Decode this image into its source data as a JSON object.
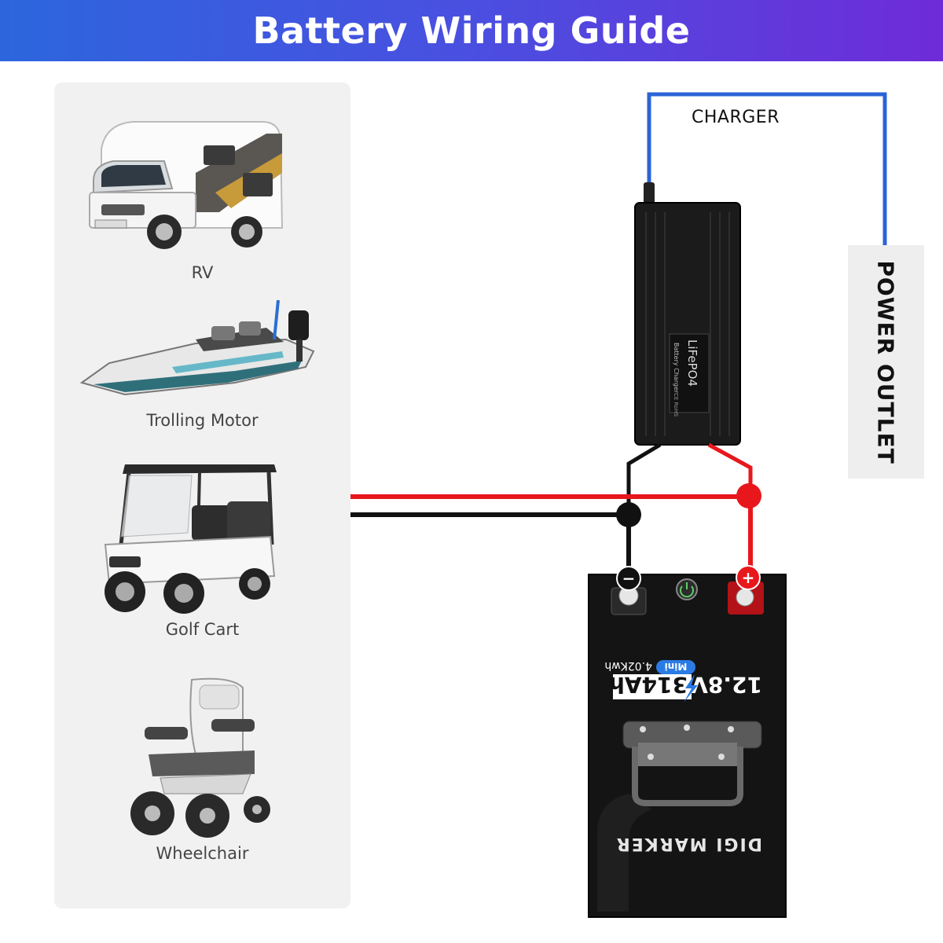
{
  "header": {
    "title": "Battery Wiring Guide"
  },
  "applications": [
    {
      "label": "RV",
      "icon": "rv-icon"
    },
    {
      "label": "Trolling Motor",
      "icon": "boat-icon"
    },
    {
      "label": "Golf Cart",
      "icon": "golf-cart-icon"
    },
    {
      "label": "Wheelchair",
      "icon": "wheelchair-icon"
    }
  ],
  "charger": {
    "label": "CHARGER",
    "device_text": "LiFePO4",
    "device_subtext": "Battery Charger",
    "cert_text": "CE RoHS"
  },
  "outlet": {
    "label": "POWER OUTLET"
  },
  "battery": {
    "voltage": "12.8V",
    "capacity": "314Ah",
    "energy": "4.02Kwh",
    "badge": "Mini",
    "brand": "DIGI MARKER",
    "negative_symbol": "−",
    "positive_symbol": "+"
  },
  "colors": {
    "positive": "#e8171c",
    "negative": "#111111",
    "ac_line": "#2b63d6",
    "banner_start": "#2c66dd",
    "banner_end": "#6f2bd8",
    "panel": "#f1f1f1"
  }
}
